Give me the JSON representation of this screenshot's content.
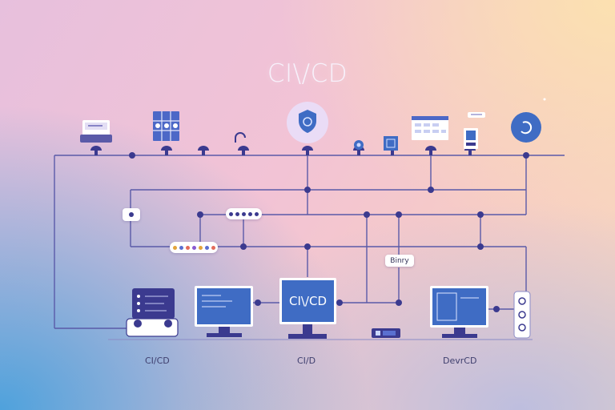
{
  "diagram": {
    "title": "CI\\/CD",
    "colors": {
      "line": "#5a5aa8",
      "node": "#3b3a8f",
      "screen": "#3f6cc4",
      "accent": "#4c68c7"
    },
    "top_icons": [
      "printer-icon",
      "grid-panel-icon",
      "node-pin-icon",
      "node-pin-icon",
      "pipe-hook-icon",
      "shield-badge-icon",
      "small-chip-icon",
      "small-screen-icon",
      "browser-window-icon",
      "tablet-icon",
      "refresh-circle-icon"
    ],
    "middle_pills": [
      {
        "name": "status-pill-left",
        "kind": "dot"
      },
      {
        "name": "stage-pill-mid",
        "kind": "dots"
      },
      {
        "name": "stage-pill-colored",
        "kind": "colored-dots"
      },
      {
        "name": "binary-pill",
        "text": "Binry"
      }
    ],
    "monitors": [
      {
        "name": "server-console",
        "text": ""
      },
      {
        "name": "code-monitor",
        "text": ""
      },
      {
        "name": "main-monitor",
        "text": "CI\\/CD"
      },
      {
        "name": "dev-monitor",
        "text": ""
      }
    ],
    "captions": [
      "CI/CD",
      "CI/D",
      "DevrCD"
    ]
  }
}
